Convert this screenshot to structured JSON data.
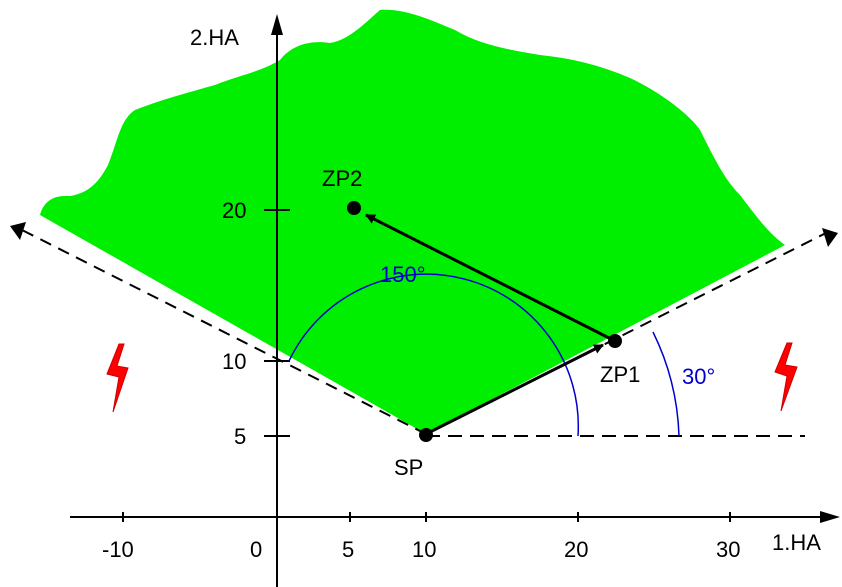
{
  "axes": {
    "x_label": "1.HA",
    "y_label": "2.HA",
    "x_ticks": [
      "-10",
      "0",
      "5",
      "10",
      "20",
      "30"
    ],
    "y_ticks": [
      "5",
      "10",
      "20"
    ]
  },
  "points": {
    "sp": "SP",
    "zp1": "ZP1",
    "zp2": "ZP2"
  },
  "angles": {
    "small": "30°",
    "large": "150°"
  },
  "colors": {
    "region": "#00ee00",
    "angle_arc": "#0000cc",
    "lightning": "#ff0000",
    "axis": "#000000"
  },
  "icons": [
    "lightning-bolt-icon",
    "lightning-bolt-icon"
  ]
}
